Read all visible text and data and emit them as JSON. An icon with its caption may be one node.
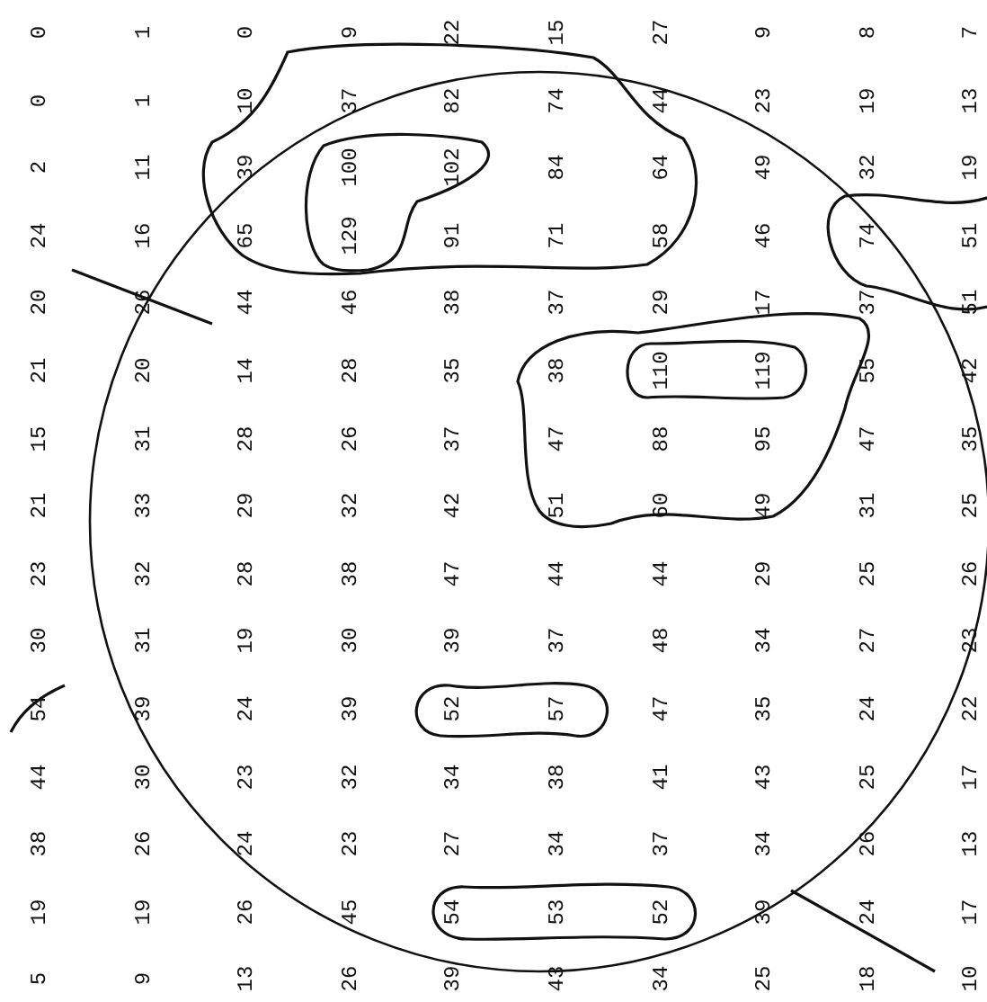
{
  "diagram": {
    "labels": [
      "0",
      "1",
      "0",
      "9",
      "22",
      "15",
      "27",
      "9",
      "8",
      "7",
      "0",
      "1",
      "10",
      "37",
      "82",
      "74",
      "44",
      "23",
      "19",
      "13",
      "2",
      "11",
      "39",
      "100",
      "102",
      "84",
      "64",
      "49",
      "32",
      "19",
      "24",
      "16",
      "65",
      "129",
      "91",
      "71",
      "58",
      "46",
      "74",
      "51",
      "20",
      "26",
      "44",
      "46",
      "38",
      "37",
      "29",
      "17",
      "37",
      "51",
      "21",
      "20",
      "14",
      "28",
      "35",
      "38",
      "110",
      "119",
      "55",
      "42",
      "15",
      "31",
      "28",
      "26",
      "37",
      "47",
      "88",
      "95",
      "47",
      "35",
      "21",
      "33",
      "29",
      "32",
      "42",
      "51",
      "60",
      "49",
      "31",
      "25",
      "23",
      "32",
      "28",
      "38",
      "47",
      "44",
      "44",
      "29",
      "25",
      "26",
      "30",
      "31",
      "19",
      "30",
      "39",
      "37",
      "48",
      "34",
      "27",
      "23",
      "54",
      "39",
      "24",
      "39",
      "52",
      "57",
      "47",
      "35",
      "24",
      "22",
      "44",
      "30",
      "23",
      "32",
      "34",
      "38",
      "41",
      "43",
      "25",
      "17",
      "38",
      "26",
      "24",
      "23",
      "27",
      "34",
      "37",
      "34",
      "26",
      "13",
      "19",
      "19",
      "26",
      "45",
      "54",
      "53",
      "52",
      "39",
      "24",
      "17",
      "5",
      "9",
      "13",
      "26",
      "39",
      "43",
      "34",
      "25",
      "18",
      "10"
    ]
  }
}
